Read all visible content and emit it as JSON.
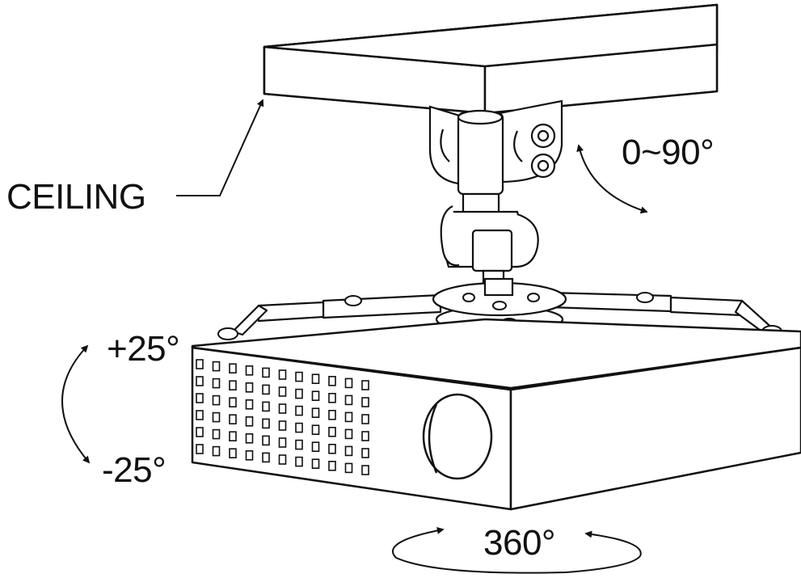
{
  "labels": {
    "ceiling": "CEILING",
    "tilt": "0~90°",
    "swivel_up": "+25°",
    "swivel_down": "-25°",
    "rotation": "360°"
  },
  "colors": {
    "line": "#111111",
    "background": "#ffffff"
  }
}
